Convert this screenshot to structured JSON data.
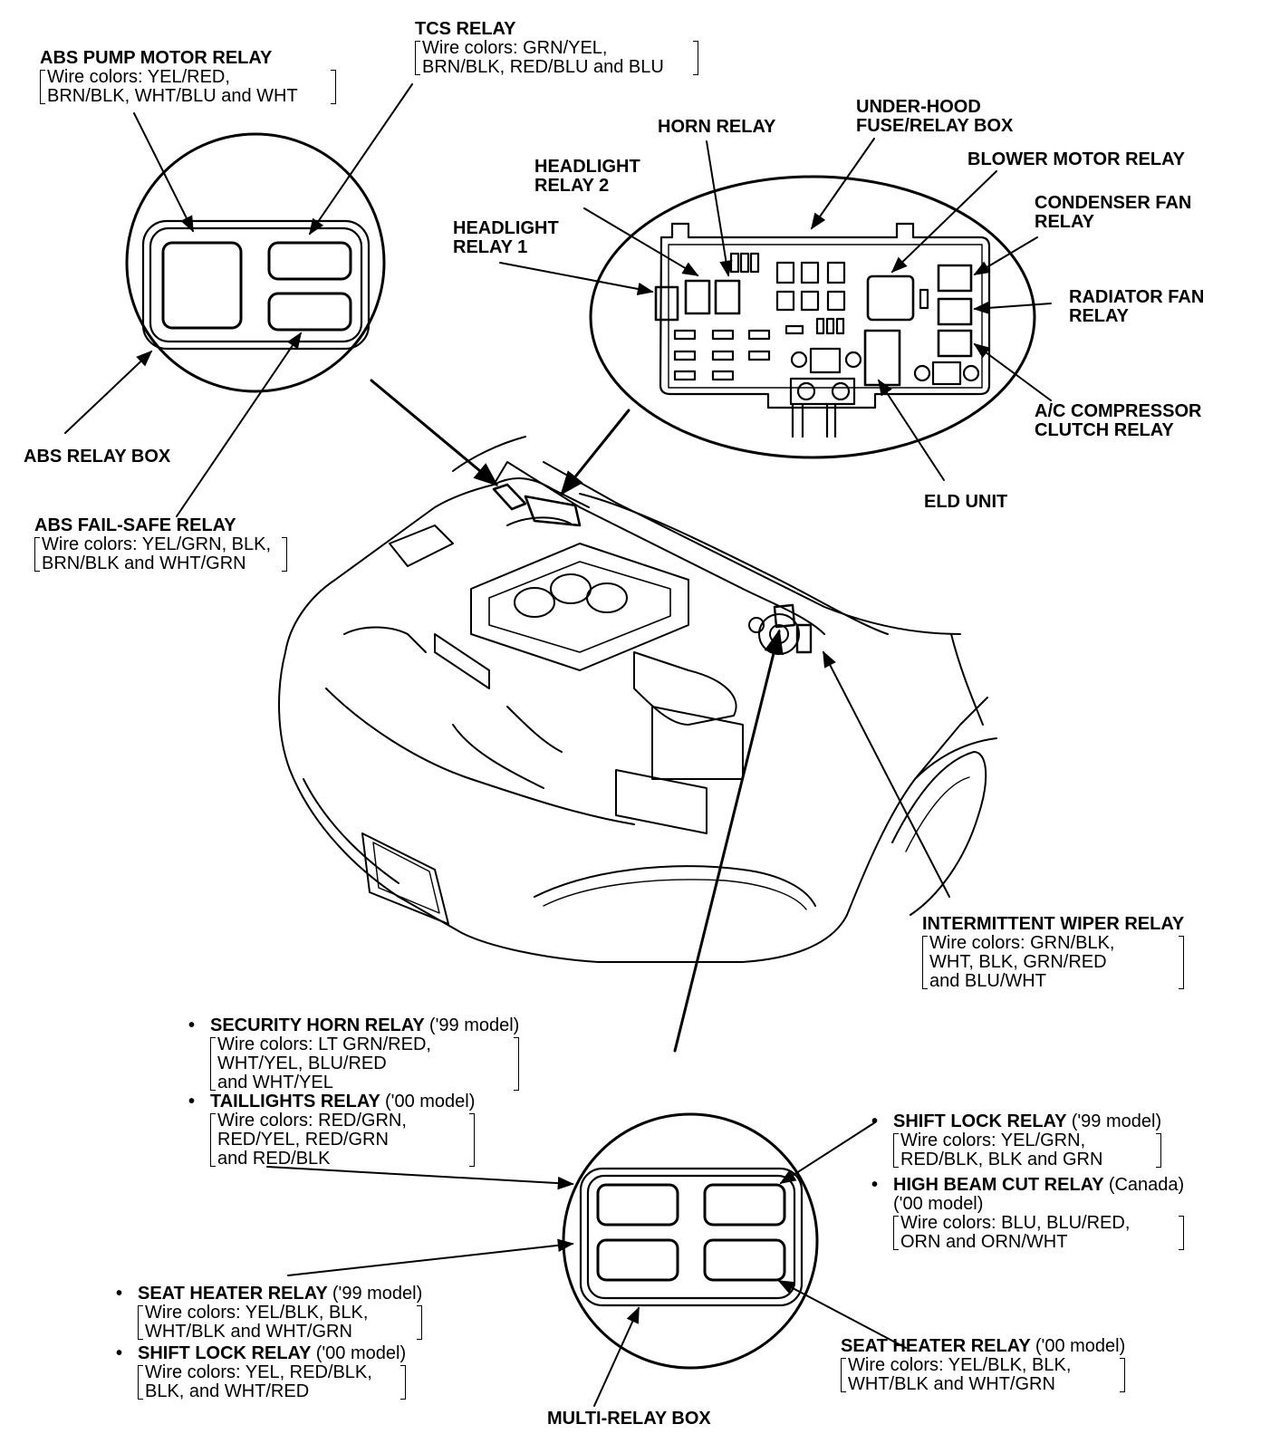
{
  "labels": {
    "abs_pump": {
      "title": "ABS PUMP MOTOR RELAY",
      "wire": [
        "Wire colors: YEL/RED,",
        "BRN/BLK, WHT/BLU and WHT"
      ]
    },
    "tcs": {
      "title": "TCS RELAY",
      "wire": [
        "Wire colors: GRN/YEL,",
        "BRN/BLK, RED/BLU and BLU"
      ]
    },
    "horn": {
      "title": "HORN RELAY"
    },
    "underhood": {
      "title": [
        "UNDER-HOOD",
        "FUSE/RELAY BOX"
      ]
    },
    "headlight2": {
      "title": [
        "HEADLIGHT",
        "RELAY 2"
      ]
    },
    "blower": {
      "title": "BLOWER MOTOR RELAY"
    },
    "condenser": {
      "title": [
        "CONDENSER FAN",
        "RELAY"
      ]
    },
    "headlight1": {
      "title": [
        "HEADLIGHT",
        "RELAY 1"
      ]
    },
    "radiator": {
      "title": [
        "RADIATOR FAN",
        "RELAY"
      ]
    },
    "ac": {
      "title": [
        "A/C COMPRESSOR",
        "CLUTCH RELAY"
      ]
    },
    "abs_box": {
      "title": "ABS RELAY BOX"
    },
    "eld": {
      "title": "ELD UNIT"
    },
    "abs_failsafe": {
      "title": "ABS FAIL-SAFE RELAY",
      "wire": [
        "Wire colors: YEL/GRN, BLK,",
        "BRN/BLK and WHT/GRN"
      ]
    },
    "wiper": {
      "title": "INTERMITTENT WIPER RELAY",
      "wire": [
        "Wire colors: GRN/BLK,",
        "WHT, BLK, GRN/RED",
        "and BLU/WHT"
      ]
    },
    "security": {
      "title": "SECURITY HORN RELAY",
      "note": "('99 model)",
      "wire": [
        "Wire colors: LT GRN/RED,",
        "WHT/YEL, BLU/RED",
        "and WHT/YEL"
      ]
    },
    "taillights": {
      "title": "TAILLIGHTS RELAY",
      "note": "('00 model)",
      "wire": [
        "Wire colors: RED/GRN,",
        "RED/YEL, RED/GRN",
        "and RED/BLK"
      ]
    },
    "shiftlock99": {
      "title": "SHIFT LOCK RELAY",
      "note": "('99 model)",
      "wire": [
        "Wire colors: YEL/GRN,",
        "RED/BLK, BLK and GRN"
      ]
    },
    "highbeam": {
      "title": "HIGH BEAM CUT RELAY",
      "note": "(Canada)",
      "note2": "('00 model)",
      "wire": [
        "Wire colors: BLU, BLU/RED,",
        "ORN and ORN/WHT"
      ]
    },
    "seat99": {
      "title": "SEAT HEATER RELAY",
      "note": "('99 model)",
      "wire": [
        "Wire colors: YEL/BLK, BLK,",
        "WHT/BLK and WHT/GRN"
      ]
    },
    "shiftlock00": {
      "title": "SHIFT LOCK RELAY",
      "note": "('00 model)",
      "wire": [
        "Wire colors: YEL, RED/BLK,",
        "BLK, and WHT/RED"
      ]
    },
    "seat00": {
      "title": "SEAT HEATER RELAY",
      "note": "('00 model)",
      "wire": [
        "Wire colors: YEL/BLK, BLK,",
        "WHT/BLK and WHT/GRN"
      ]
    },
    "multi": {
      "title": "MULTI-RELAY BOX"
    }
  }
}
